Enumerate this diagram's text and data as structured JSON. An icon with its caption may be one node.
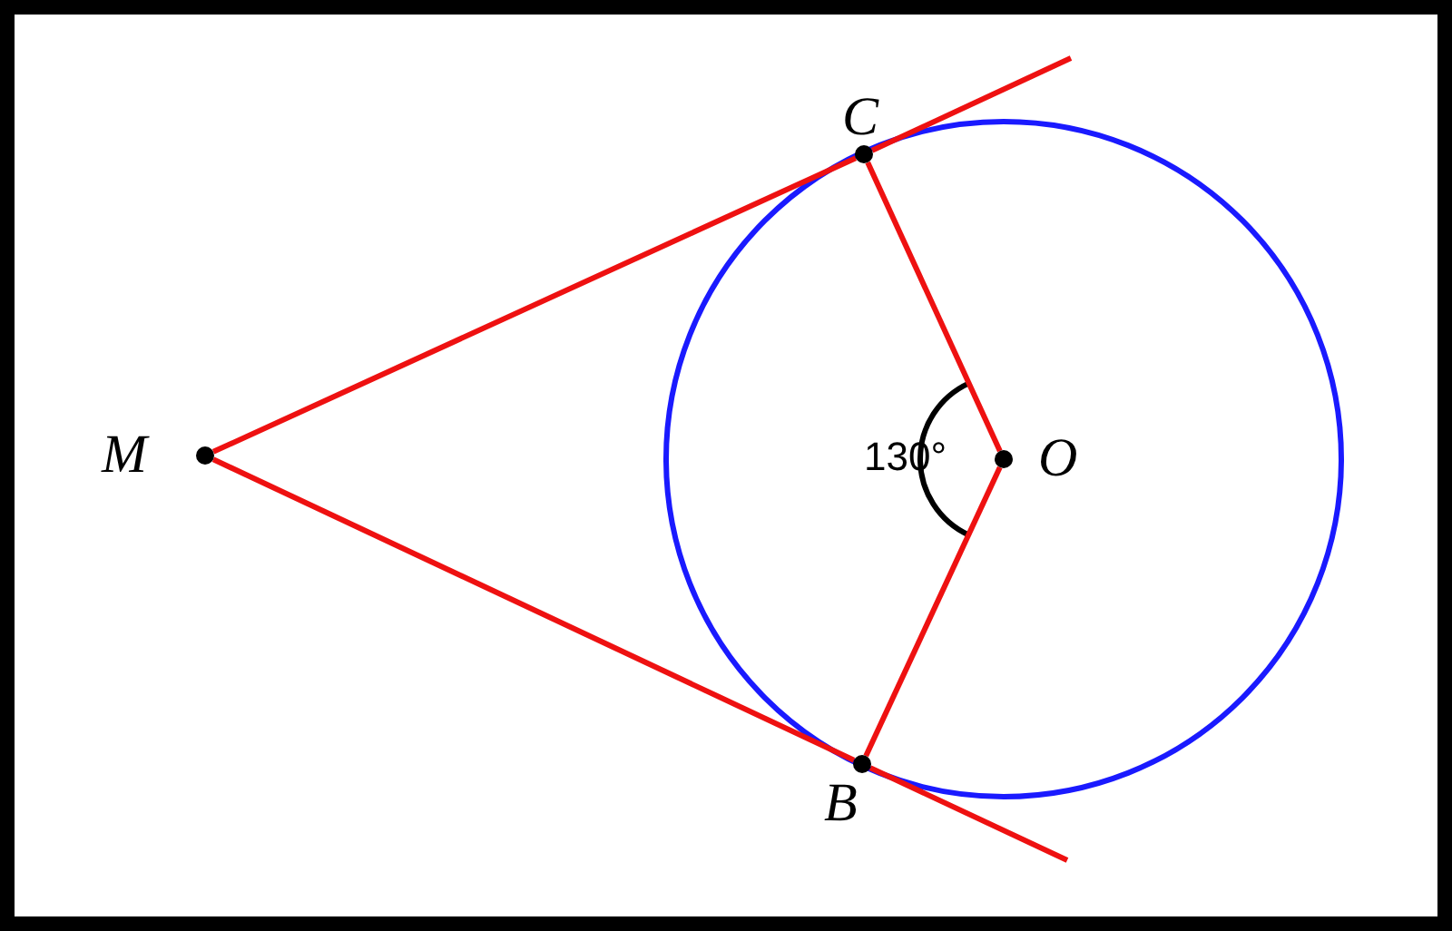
{
  "diagram": {
    "nodes": [
      {
        "text": [],
        "shape": "circle",
        "beside": [
          "C"
        ]
      },
      {
        "text": [],
        "shape": "circle",
        "beside": [
          "M"
        ]
      },
      {
        "text": [],
        "shape": "circle",
        "beside": [
          "O"
        ]
      },
      {
        "text": [],
        "shape": "circle",
        "beside": [
          "B"
        ]
      }
    ],
    "edges": [
      {
        "from": 1,
        "to": 0,
        "arrow": "none"
      },
      {
        "from": 1,
        "to": 3,
        "arrow": "none"
      },
      {
        "from": 0,
        "to": 2,
        "arrow": "none"
      },
      {
        "from": 2,
        "to": 3,
        "arrow": "none"
      }
    ],
    "labels": [
      "130°"
    ]
  }
}
